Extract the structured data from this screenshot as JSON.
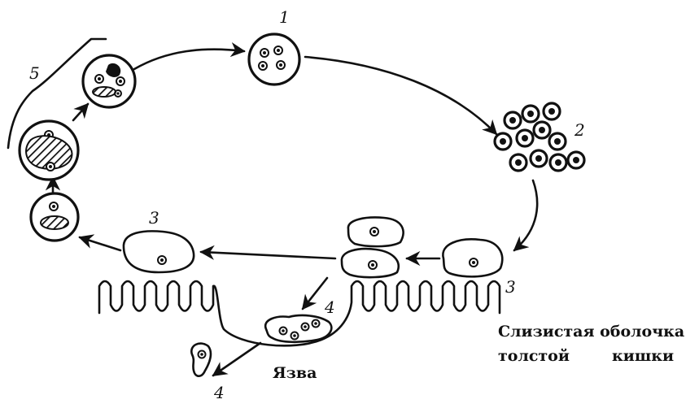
{
  "stage_labels": {
    "s1": "1",
    "s2": "2",
    "s3_left": "3",
    "s3_right": "3",
    "s4_mid": "4",
    "s4_bottom": "4",
    "s5": "5"
  },
  "captions": {
    "mucosa_line1": "Слизистая оболочка",
    "mucosa_line2": "толстой",
    "mucosa_line2b": "кишки",
    "ulcer": "Язва"
  },
  "colors": {
    "ink": "#111111",
    "background": "#ffffff"
  }
}
